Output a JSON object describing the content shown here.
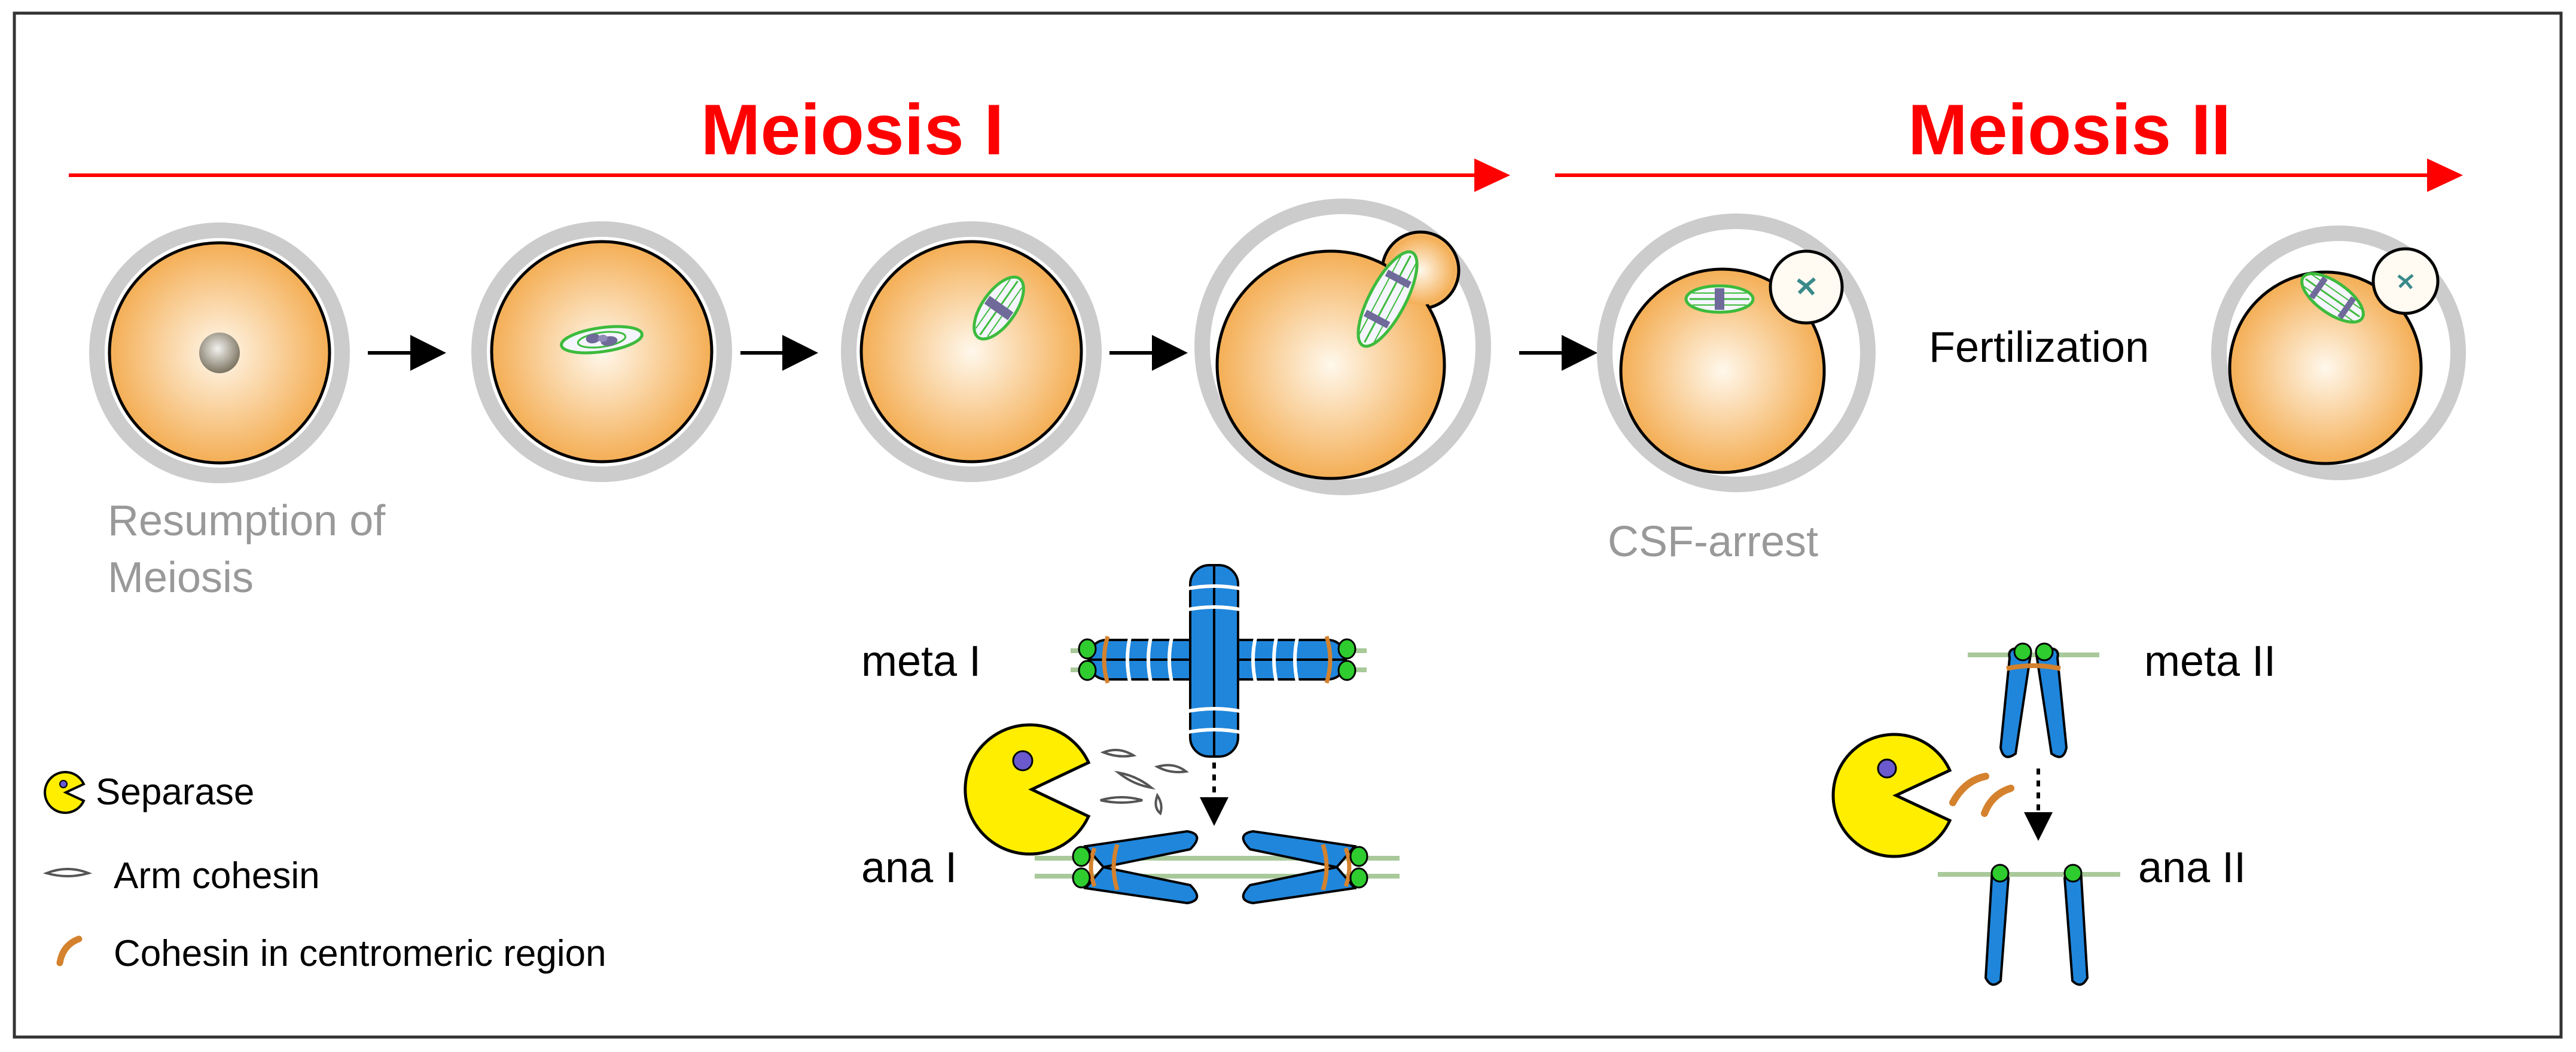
{
  "phases": [
    {
      "label": "Meiosis I"
    },
    {
      "label": "Meiosis II"
    }
  ],
  "stage_labels": {
    "resumption_line1": "Resumption of",
    "resumption_line2": "Meiosis",
    "csf_arrest": "CSF-arrest",
    "fertilization": "Fertilization"
  },
  "chromosome_labels": {
    "meta1": "meta I",
    "ana1": "ana I",
    "meta2": "meta II",
    "ana2": "ana II"
  },
  "legend": {
    "separase": "Separase",
    "arm_cohesin": "Arm cohesin",
    "centromeric_cohesin": "Cohesin in centromeric region"
  },
  "colors": {
    "phase_arrow": "#ff0000",
    "phase_text": "#ff0000",
    "stage_label_gray": "#999999",
    "zona": "#cccccc",
    "cytoplasm_outer": "#f5b25c",
    "cytoplasm_inner": "#fff6e8",
    "spindle": "#3dbb3d",
    "chromatid_blue": "#1f86dc",
    "kinetochore_green": "#2ecc2e",
    "centromere_cohesin": "#d4822e",
    "microtubule_line": "#a9c99a",
    "separase_yellow": "#ffee00",
    "separase_eye": "#6a5acd"
  }
}
